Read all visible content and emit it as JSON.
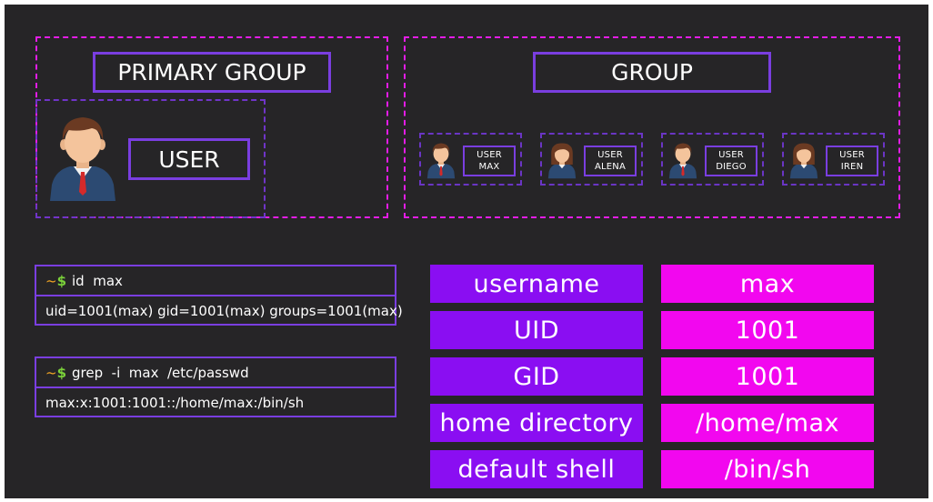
{
  "diagram": {
    "primary_group": {
      "title": "PRIMARY GROUP",
      "user_label": "USER"
    },
    "group": {
      "title": "GROUP",
      "members": [
        {
          "line1": "USER",
          "line2": "MAX",
          "gender": "male"
        },
        {
          "line1": "USER",
          "line2": "ALENA",
          "gender": "female"
        },
        {
          "line1": "USER",
          "line2": "DIEGO",
          "gender": "male"
        },
        {
          "line1": "USER",
          "line2": "IREN",
          "gender": "female"
        }
      ]
    }
  },
  "terminal": [
    {
      "prompt_tilde": "~",
      "prompt_dollar": "$",
      "command": "id  max",
      "output": "uid=1001(max) gid=1001(max) groups=1001(max)"
    },
    {
      "prompt_tilde": "~",
      "prompt_dollar": "$",
      "command": "grep  -i  max  /etc/passwd",
      "output": "max:x:1001:1001::/home/max:/bin/sh"
    }
  ],
  "info_table": [
    {
      "key": "username",
      "value": "max"
    },
    {
      "key": "UID",
      "value": "1001"
    },
    {
      "key": "GID",
      "value": "1001"
    },
    {
      "key": "home directory",
      "value": "/home/max"
    },
    {
      "key": "default shell",
      "value": "/bin/sh"
    }
  ],
  "colors": {
    "background": "#262527",
    "dashed_outer": "#e31ce6",
    "dashed_inner": "#7034c8",
    "box_border": "#7a3ee0",
    "key_fill": "#8a0ef2",
    "value_fill": "#f207ef"
  },
  "icons": {
    "user_male": "businessman-avatar-icon",
    "user_female": "businesswoman-avatar-icon"
  }
}
